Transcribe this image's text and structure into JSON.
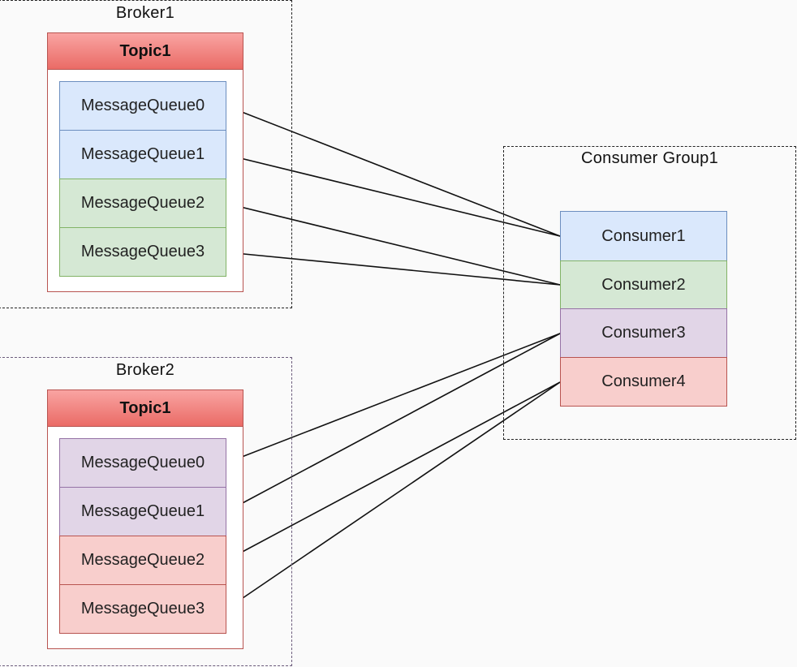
{
  "broker1": {
    "title": "Broker1",
    "topic": "Topic1",
    "queues": [
      "MessageQueue0",
      "MessageQueue1",
      "MessageQueue2",
      "MessageQueue3"
    ]
  },
  "broker2": {
    "title": "Broker2",
    "topic": "Topic1",
    "queues": [
      "MessageQueue0",
      "MessageQueue1",
      "MessageQueue2",
      "MessageQueue3"
    ]
  },
  "group": {
    "title": "Consumer Group1",
    "consumers": [
      "Consumer1",
      "Consumer2",
      "Consumer3",
      "Consumer4"
    ]
  },
  "colors": {
    "blue_fill": "#dae8fc",
    "green_fill": "#d5e8d4",
    "purple_fill": "#e1d5e7",
    "red_fill": "#f8cecc",
    "topic_header": "#ea6b66"
  }
}
